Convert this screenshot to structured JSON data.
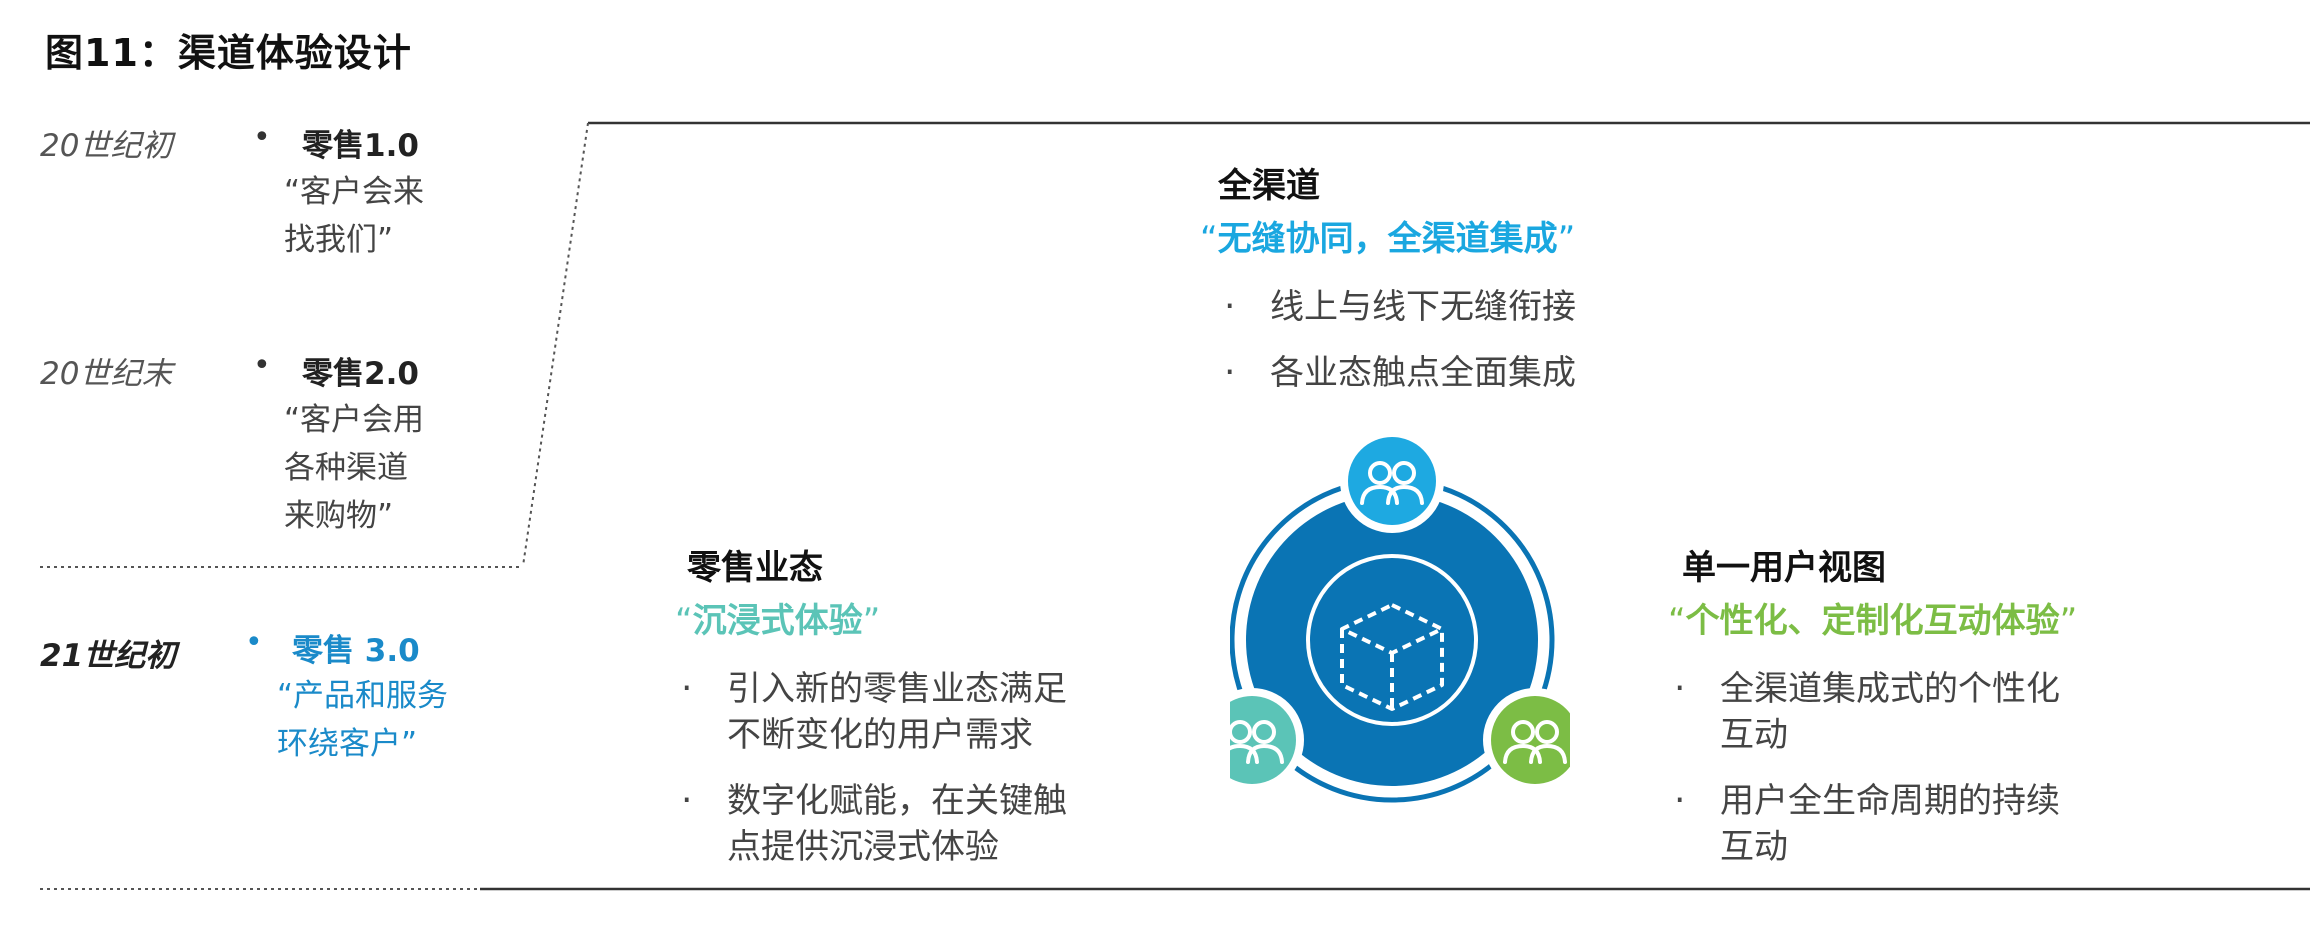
{
  "title": "图11：渠道体验设计",
  "timeline": [
    {
      "era": "20世纪初",
      "heading": "零售1.0",
      "quote": "“客户会来\n找我们”"
    },
    {
      "era": "20世纪末",
      "heading": "零售2.0",
      "quote": "“客户会用\n各种渠道\n来购物”"
    },
    {
      "era": "21世纪初",
      "heading": "零售 3.0",
      "quote": "“产品和服务\n环绕客户”"
    }
  ],
  "bullet_glyph": "•",
  "omni": {
    "title": "全渠道",
    "quote_open": "“",
    "subtitle": "无缝协同，全渠道集成",
    "quote_close": "”",
    "points": [
      "线上与线下无缝衔接",
      "各业态触点全面集成"
    ]
  },
  "format": {
    "title": "零售业态",
    "quote_open": "“",
    "subtitle": "沉浸式体验",
    "quote_close": "”",
    "points": [
      "引入新的零售业态满足不断变化的用户需求",
      "数字化赋能，在关键触点提供沉浸式体验"
    ]
  },
  "view": {
    "title": "单一用户视图",
    "quote_open": "“",
    "subtitle": "个性化、定制化互动体验",
    "quote_close": "”",
    "points": [
      "全渠道集成式的个性化互动",
      "用户全生命周期的持续互动"
    ]
  },
  "colors": {
    "blue_dark": "#0a74b4",
    "blue_light": "#1ea9e1",
    "teal": "#5bc4b7",
    "green": "#7cbd45",
    "line": "#333333"
  },
  "icons": {
    "center": "cube-icon",
    "top": "people-icon",
    "left": "people-icon",
    "right": "people-icon"
  }
}
